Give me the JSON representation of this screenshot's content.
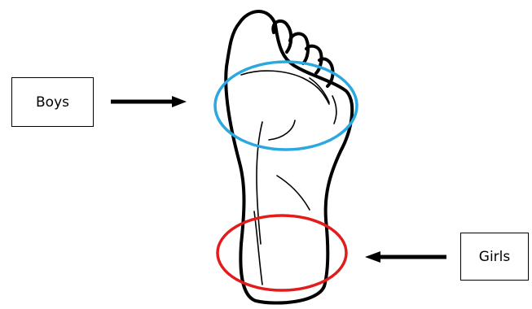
{
  "labels": {
    "boys": "Boys",
    "girls": "Girls"
  },
  "colors": {
    "boys_highlight": "#2aa8df",
    "girls_highlight": "#e21b1b",
    "outline": "#000000",
    "arrow": "#000000"
  },
  "icons": {
    "foot": "foot-sole-outline",
    "boys_arrow": "right-arrow",
    "girls_arrow": "left-arrow"
  }
}
